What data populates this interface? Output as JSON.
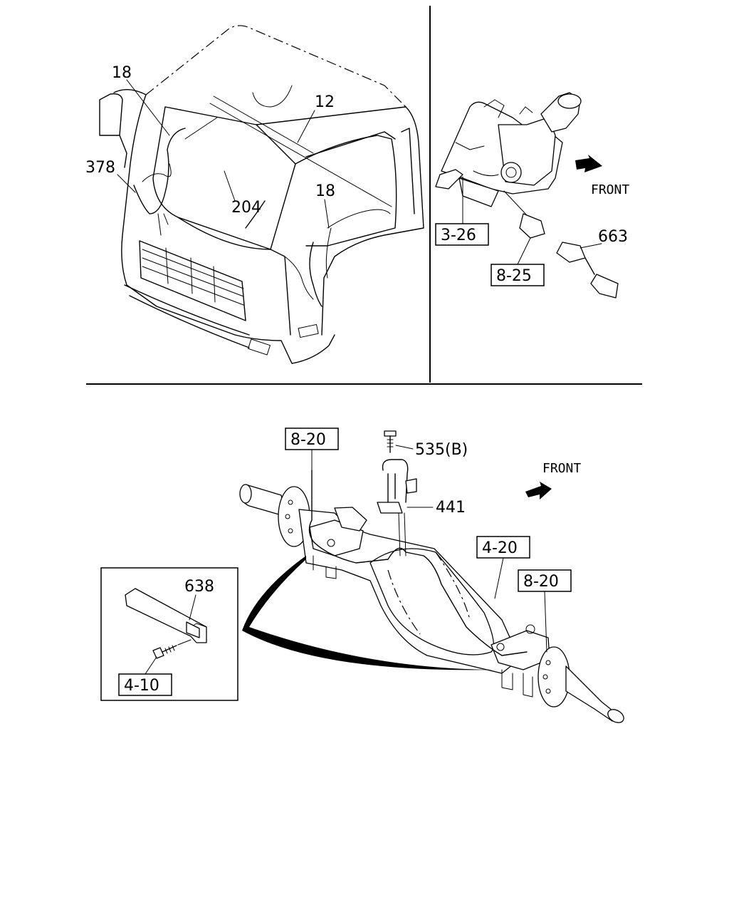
{
  "callouts": {
    "harness_18_left": "18",
    "harness_12": "12",
    "bracket_378": "378",
    "harness_204": "204",
    "harness_18_right": "18",
    "ref_3_26": "3-26",
    "ref_8_25": "8-25",
    "connector_663": "663",
    "front_top": "FRONT",
    "ref_8_20_left": "8-20",
    "bolt_535b": "535(B)",
    "front_bottom": "FRONT",
    "clip_441": "441",
    "ref_4_20": "4-20",
    "ref_8_20_right": "8-20",
    "bracket_638": "638",
    "ref_4_10": "4-10"
  }
}
